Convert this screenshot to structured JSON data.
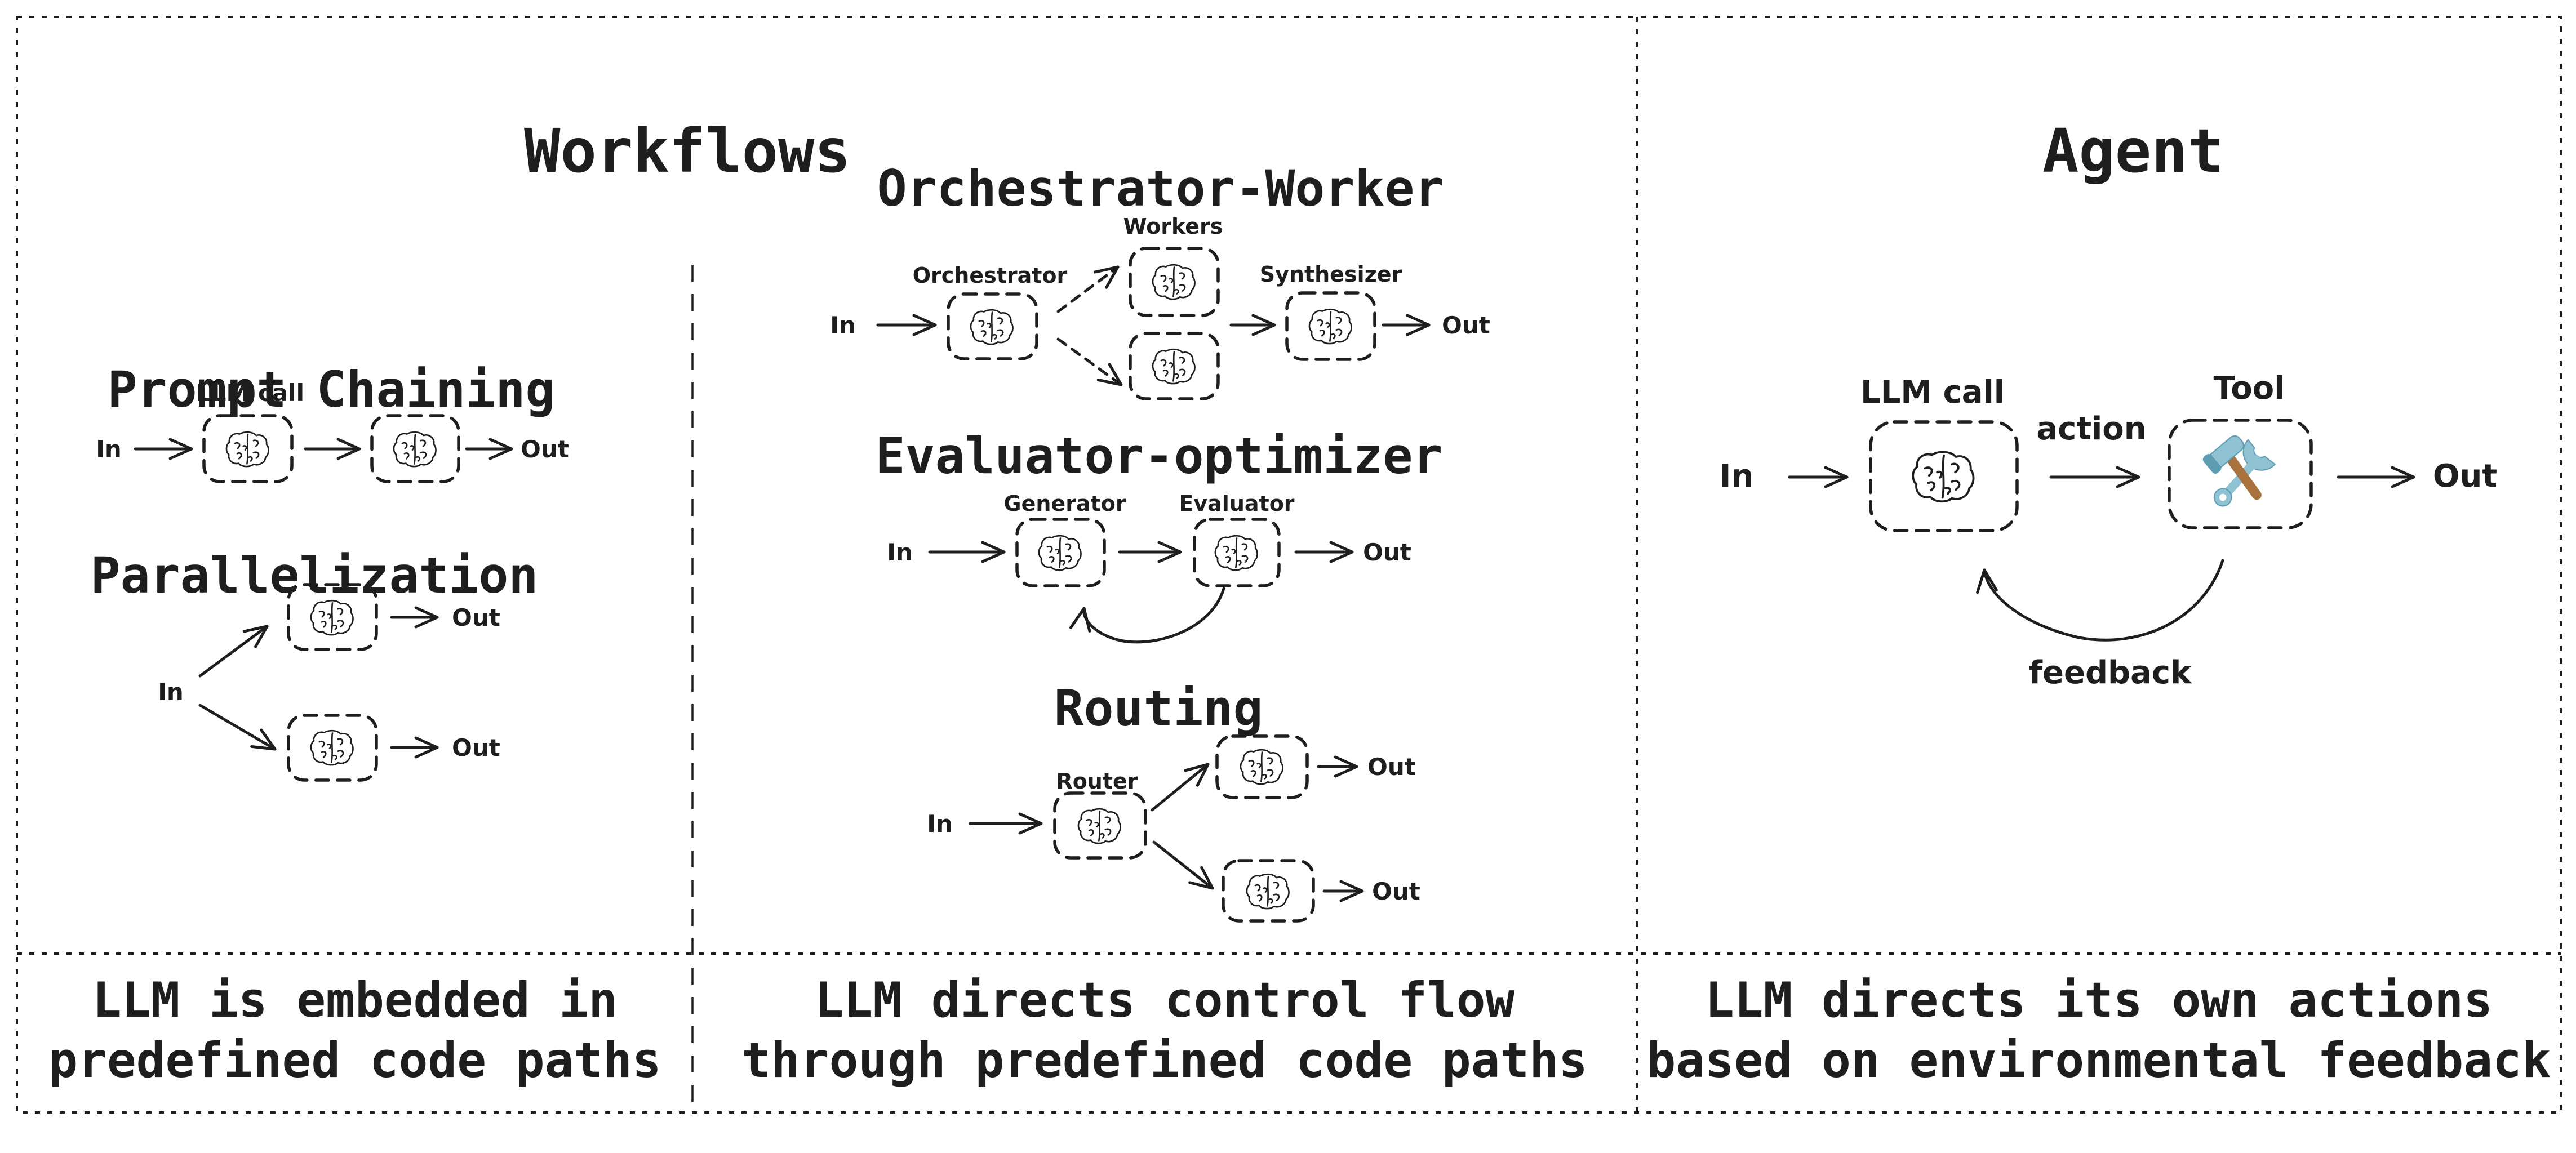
{
  "colors": {
    "ink": "#1e1e1e",
    "paper": "#ffffff",
    "tool_blue": "#8fc3d4",
    "tool_blue_dark": "#5e9cb2",
    "tool_handle_brown": "#a9713c"
  },
  "icons": {
    "llm": "brain-icon",
    "tool": "hammer-wrench-icon"
  },
  "workflows": {
    "title": "Workflows",
    "prompt_chaining": {
      "title": "Prompt Chaining",
      "box_label": "LLM call",
      "in_label": "In",
      "out_label": "Out"
    },
    "parallelization": {
      "title": "Parallelization",
      "in_label": "In",
      "out_top_label": "Out",
      "out_bottom_label": "Out"
    },
    "orchestrator_worker": {
      "title": "Orchestrator-Worker",
      "orchestrator_label": "Orchestrator",
      "workers_label": "Workers",
      "synthesizer_label": "Synthesizer",
      "in_label": "In",
      "out_label": "Out"
    },
    "evaluator_optimizer": {
      "title": "Evaluator-optimizer",
      "generator_label": "Generator",
      "evaluator_label": "Evaluator",
      "in_label": "In",
      "out_label": "Out"
    },
    "routing": {
      "title": "Routing",
      "router_label": "Router",
      "in_label": "In",
      "out_top_label": "Out",
      "out_bottom_label": "Out"
    },
    "caption_left": {
      "line1": "LLM is embedded in",
      "line2": "predefined code paths"
    },
    "caption_middle": {
      "line1": "LLM directs control flow",
      "line2": "through predefined code paths"
    }
  },
  "agent": {
    "title": "Agent",
    "llm_call_label": "LLM call",
    "action_label": "action",
    "tool_label": "Tool",
    "feedback_label": "feedback",
    "in_label": "In",
    "out_label": "Out",
    "caption": {
      "line1": "LLM directs its own actions",
      "line2": "based on environmental feedback"
    }
  }
}
